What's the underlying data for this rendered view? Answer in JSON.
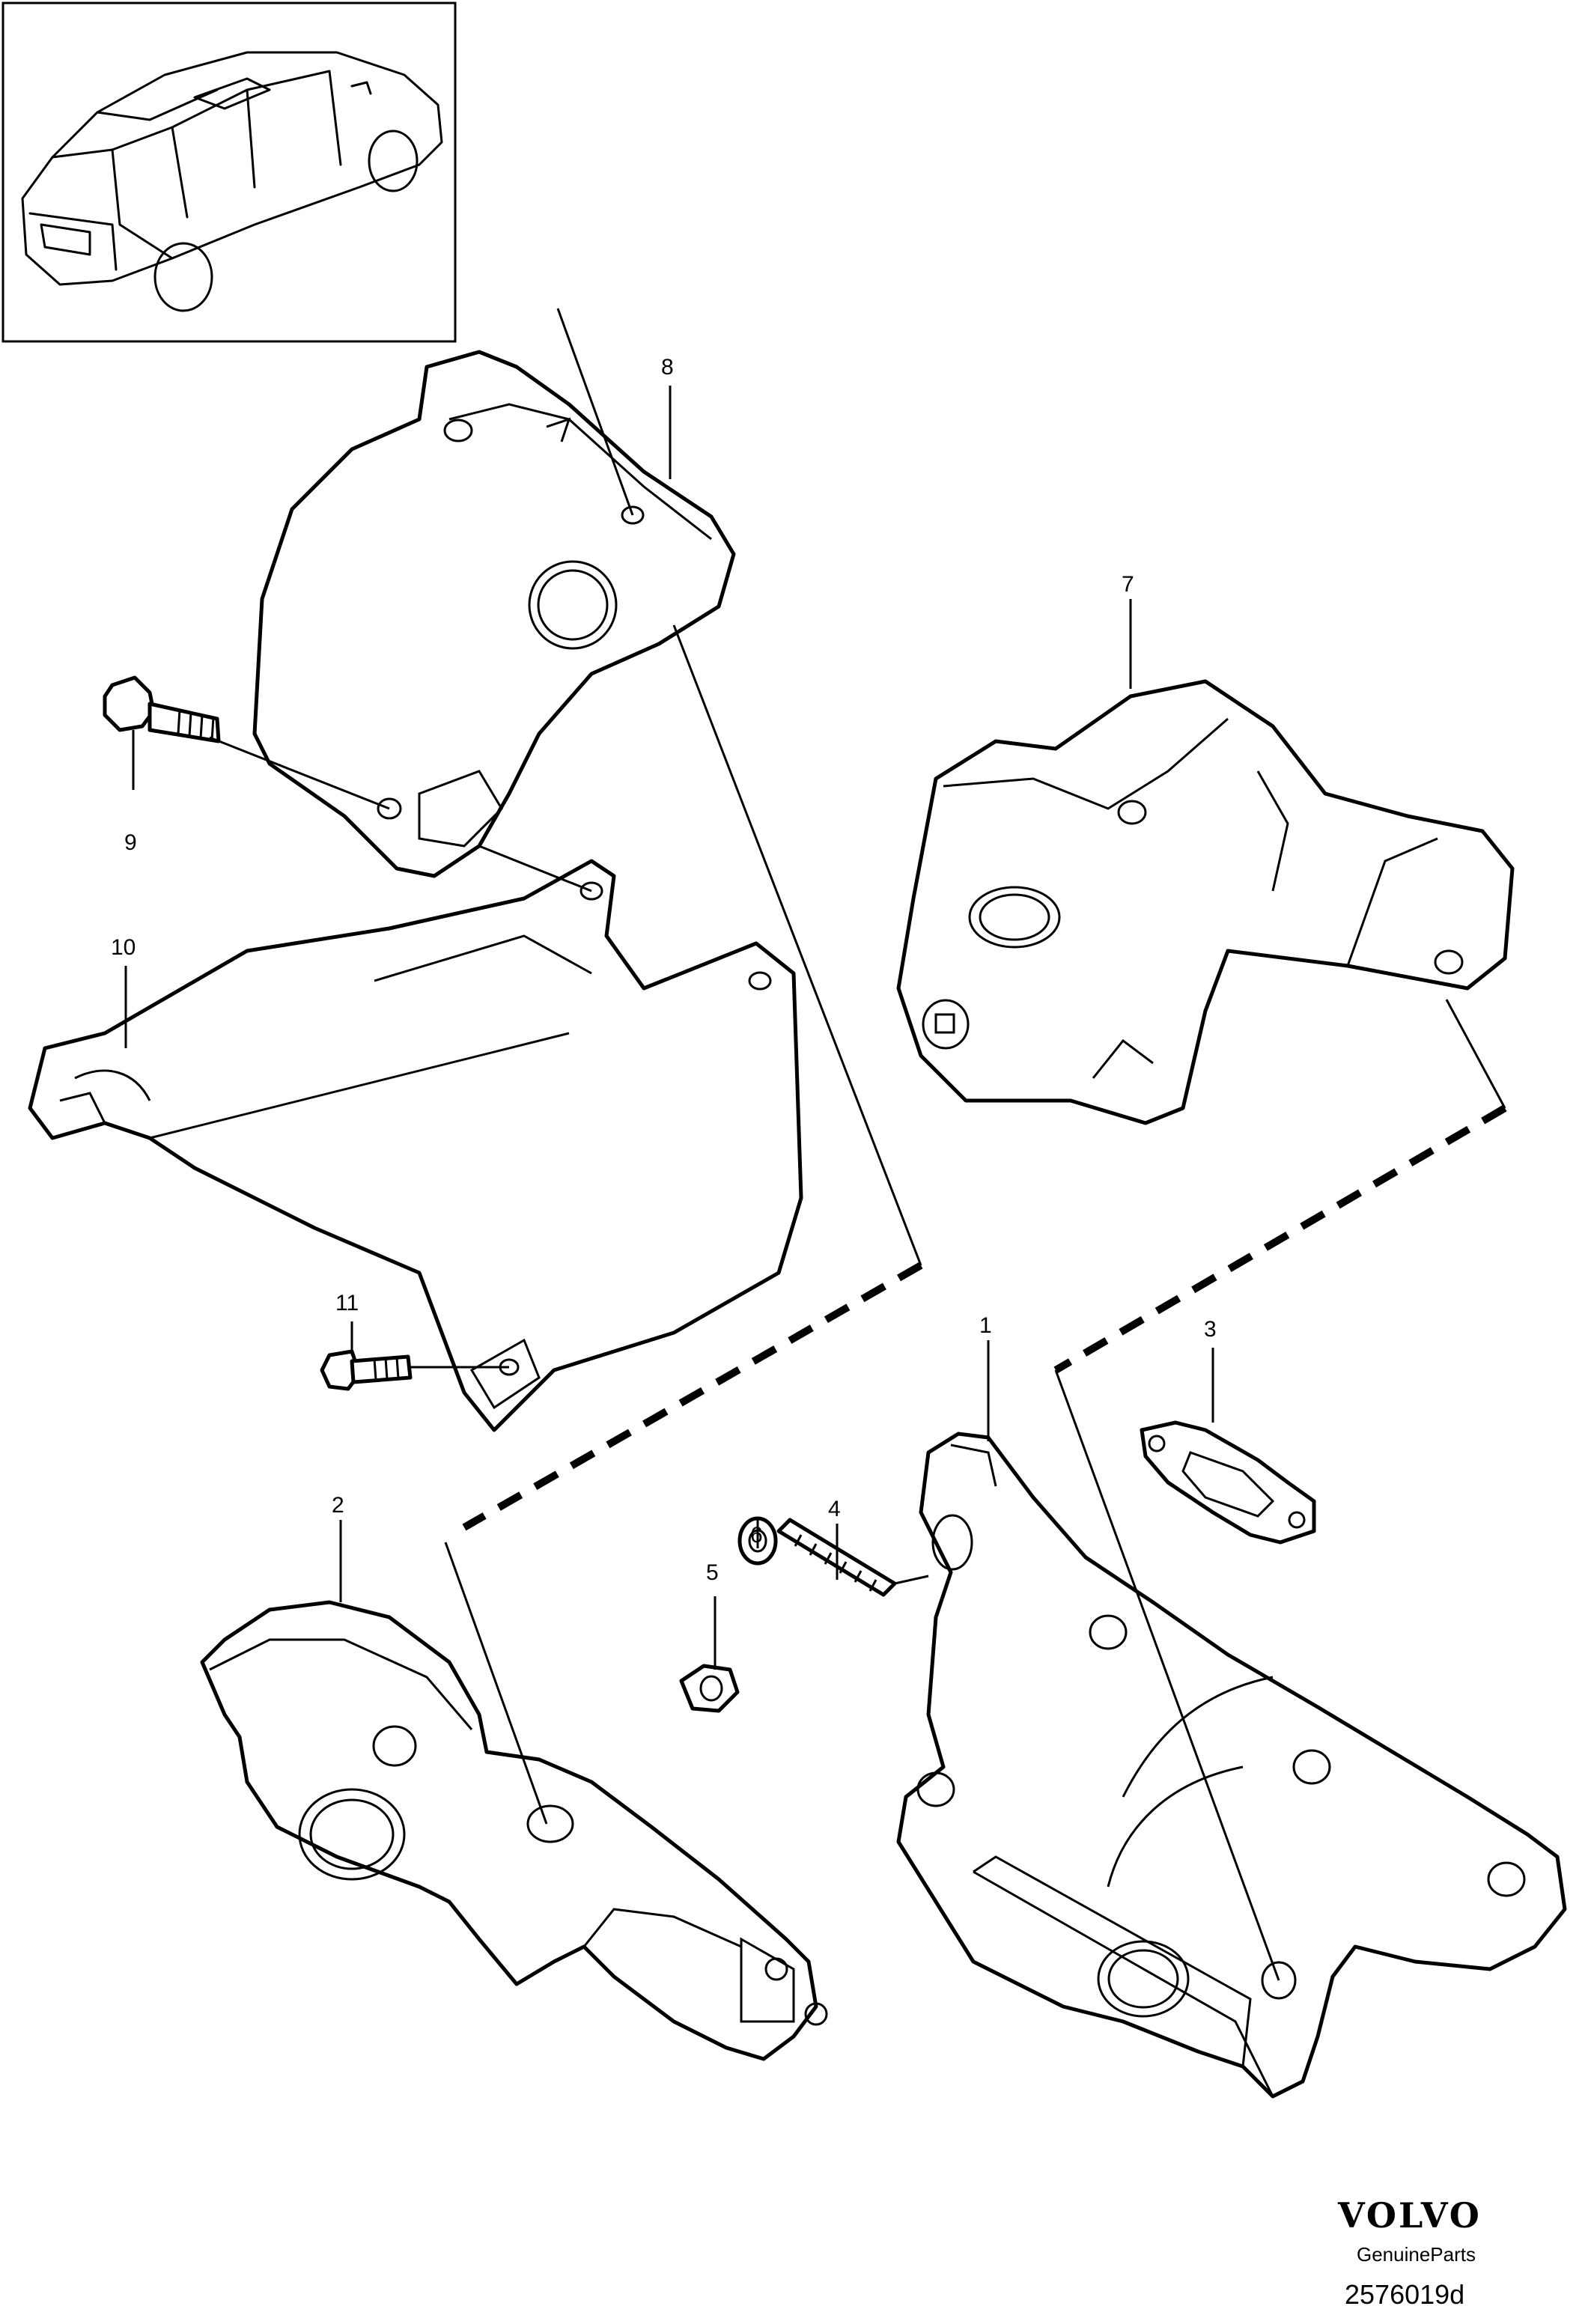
{
  "callouts": [
    "1",
    "2",
    "3",
    "4",
    "5",
    "6",
    "7",
    "8",
    "9",
    "10",
    "11"
  ],
  "footer": {
    "brand": "VOLVO",
    "tagline": "GenuineParts",
    "diagram_code": "2576019d"
  }
}
